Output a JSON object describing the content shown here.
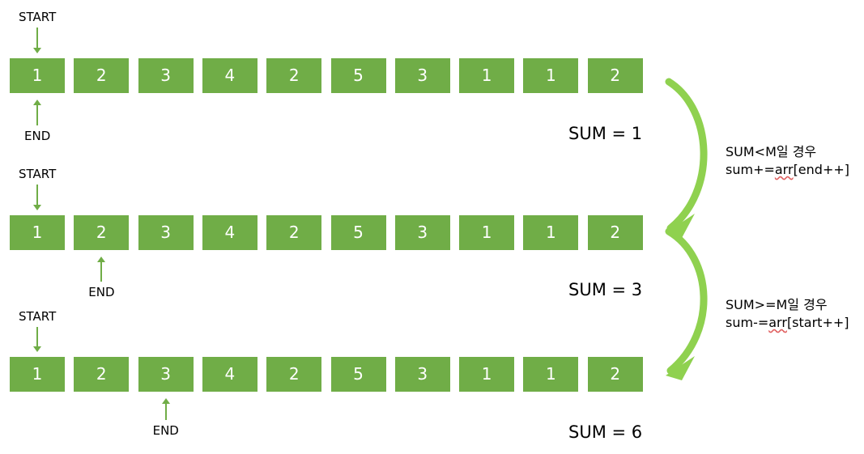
{
  "array": [
    1,
    2,
    3,
    4,
    2,
    5,
    3,
    1,
    1,
    2
  ],
  "start_label": "START",
  "end_label": "END",
  "steps": [
    {
      "start_index": 0,
      "end_index": 0,
      "sum_text": "SUM = 1"
    },
    {
      "start_index": 0,
      "end_index": 1,
      "sum_text": "SUM = 3"
    },
    {
      "start_index": 0,
      "end_index": 2,
      "sum_text": "SUM = 6"
    }
  ],
  "transitions": [
    {
      "condition": "SUM<M일 경우",
      "code_prefix": "sum+=",
      "code_arr": "arr",
      "code_suffix": "[end++]"
    },
    {
      "condition": "SUM>=M일 경우",
      "code_prefix": "sum-=",
      "code_arr": "arr",
      "code_suffix": "[start++]"
    }
  ],
  "colors": {
    "cell": "#70ad47",
    "cell_text": "#ffffff",
    "pointer_arrow": "#70ad47",
    "curve_arrow": "#8fd14f"
  }
}
